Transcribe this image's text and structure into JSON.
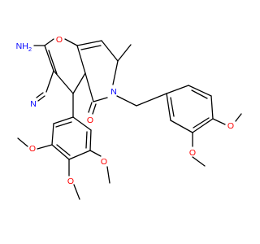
{
  "colors": {
    "carbon_bond": "#000000",
    "oxygen": "#ff0000",
    "nitrogen": "#0000ff",
    "background": "#ffffff"
  },
  "labels": {
    "nh2": {
      "main": "NH",
      "sub": "2"
    },
    "n_nitrile": "N",
    "o_ring": "O",
    "o_carbonyl": "O",
    "n_ring": "N",
    "o_meta_left": "O",
    "o_para": "O",
    "o_meta_right": "O",
    "o_para_right": "O",
    "o_meta_upper": "O"
  }
}
